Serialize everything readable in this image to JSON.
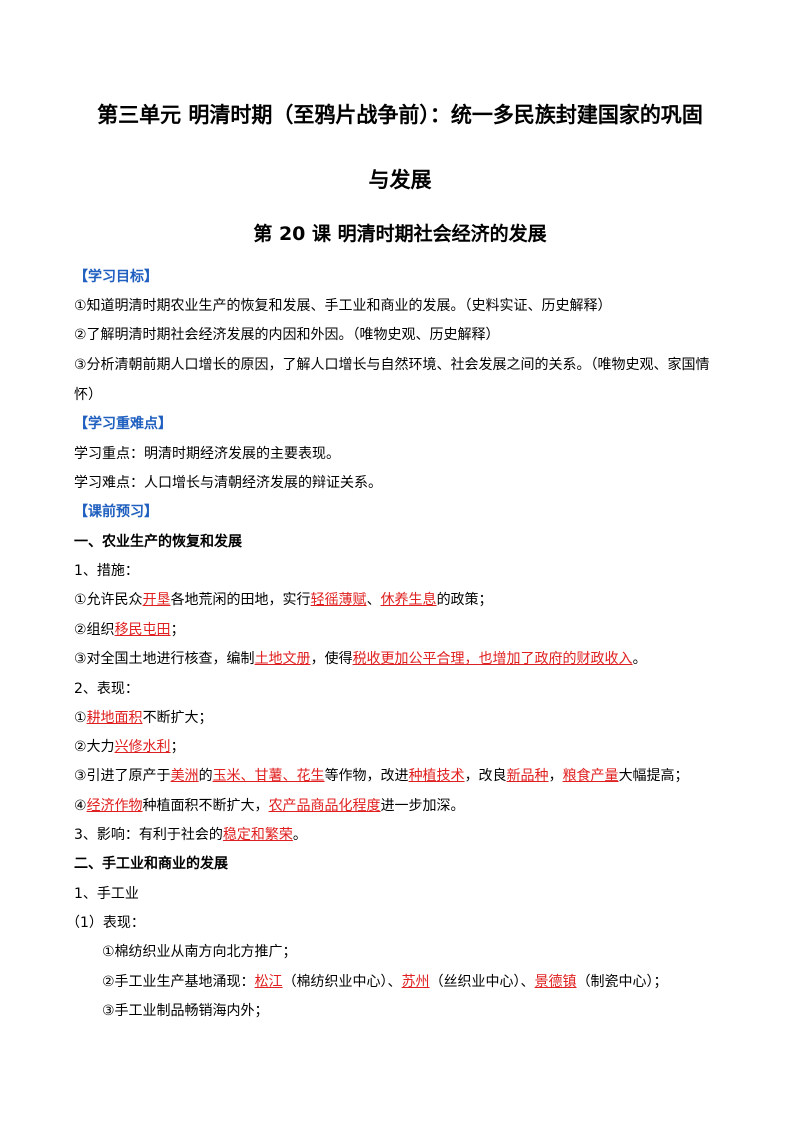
{
  "title": {
    "line1": "第三单元  明清时期（至鸦片战争前）：统一多民族封建国家的巩固",
    "line2": "与发展",
    "lesson": "第 20 课    明清时期社会经济的发展"
  },
  "goals": {
    "heading": "【学习目标】",
    "items": [
      "①知道明清时期农业生产的恢复和发展、手工业和商业的发展。（史料实证、历史解释）",
      "②了解明清时期社会经济发展的内因和外因。（唯物史观、历史解释）",
      "③分析清朝前期人口增长的原因，了解人口增长与自然环境、社会发展之间的关系。（唯物史观、家国情",
      "怀）"
    ]
  },
  "key_points": {
    "heading": "【学习重难点】",
    "focus": "学习重点：明清时期经济发展的主要表现。",
    "difficulty": "学习难点：人口增长与清朝经济发展的辩证关系。"
  },
  "preview": {
    "heading": "【课前预习】",
    "section1": {
      "title": "一、农业生产的恢复和发展",
      "measures_label": "1、措施：",
      "m1": [
        "①允许民众",
        "开垦",
        "各地荒闲的田地，实行",
        "轻徭薄赋",
        "、",
        "休养生息",
        "的政策；"
      ],
      "m2": [
        "②组织",
        "移民屯田",
        "；"
      ],
      "m3": [
        "③对全国土地进行核查，编制",
        "土地文册",
        "，使得",
        "税收更加公平合理，也增加了政府的财政收入",
        "。"
      ],
      "perf_label": "2、表现：",
      "p1": [
        "①",
        "耕地面积",
        "不断扩大；"
      ],
      "p2": [
        "②大力",
        "兴修水利",
        "；"
      ],
      "p3": [
        "③引进了原产于",
        "美洲",
        "的",
        "玉米、甘薯、花生",
        "等作物，改进",
        "种植技术",
        "，改良",
        "新品种",
        "，",
        "粮食产量",
        "大幅提高；"
      ],
      "p4": [
        "④",
        "经济作物",
        "种植面积不断扩大，",
        "农产品商品化程度",
        "进一步加深。"
      ],
      "impact": [
        "3、影响：有利于社会的",
        "稳定和繁荣",
        "。"
      ]
    },
    "section2": {
      "title": "二、手工业和商业的发展",
      "handicraft_label": "1、手工业",
      "perf_label": "（1）表现：",
      "h1": "①棉纺织业从南方向北方推广；",
      "h2": [
        "②手工业生产基地涌现：",
        "松江",
        "（棉纺织业中心）、",
        "苏州",
        "（丝织业中心）、",
        "景德镇",
        "（制瓷中心）；"
      ],
      "h3": "③手工业制品畅销海内外；"
    }
  }
}
